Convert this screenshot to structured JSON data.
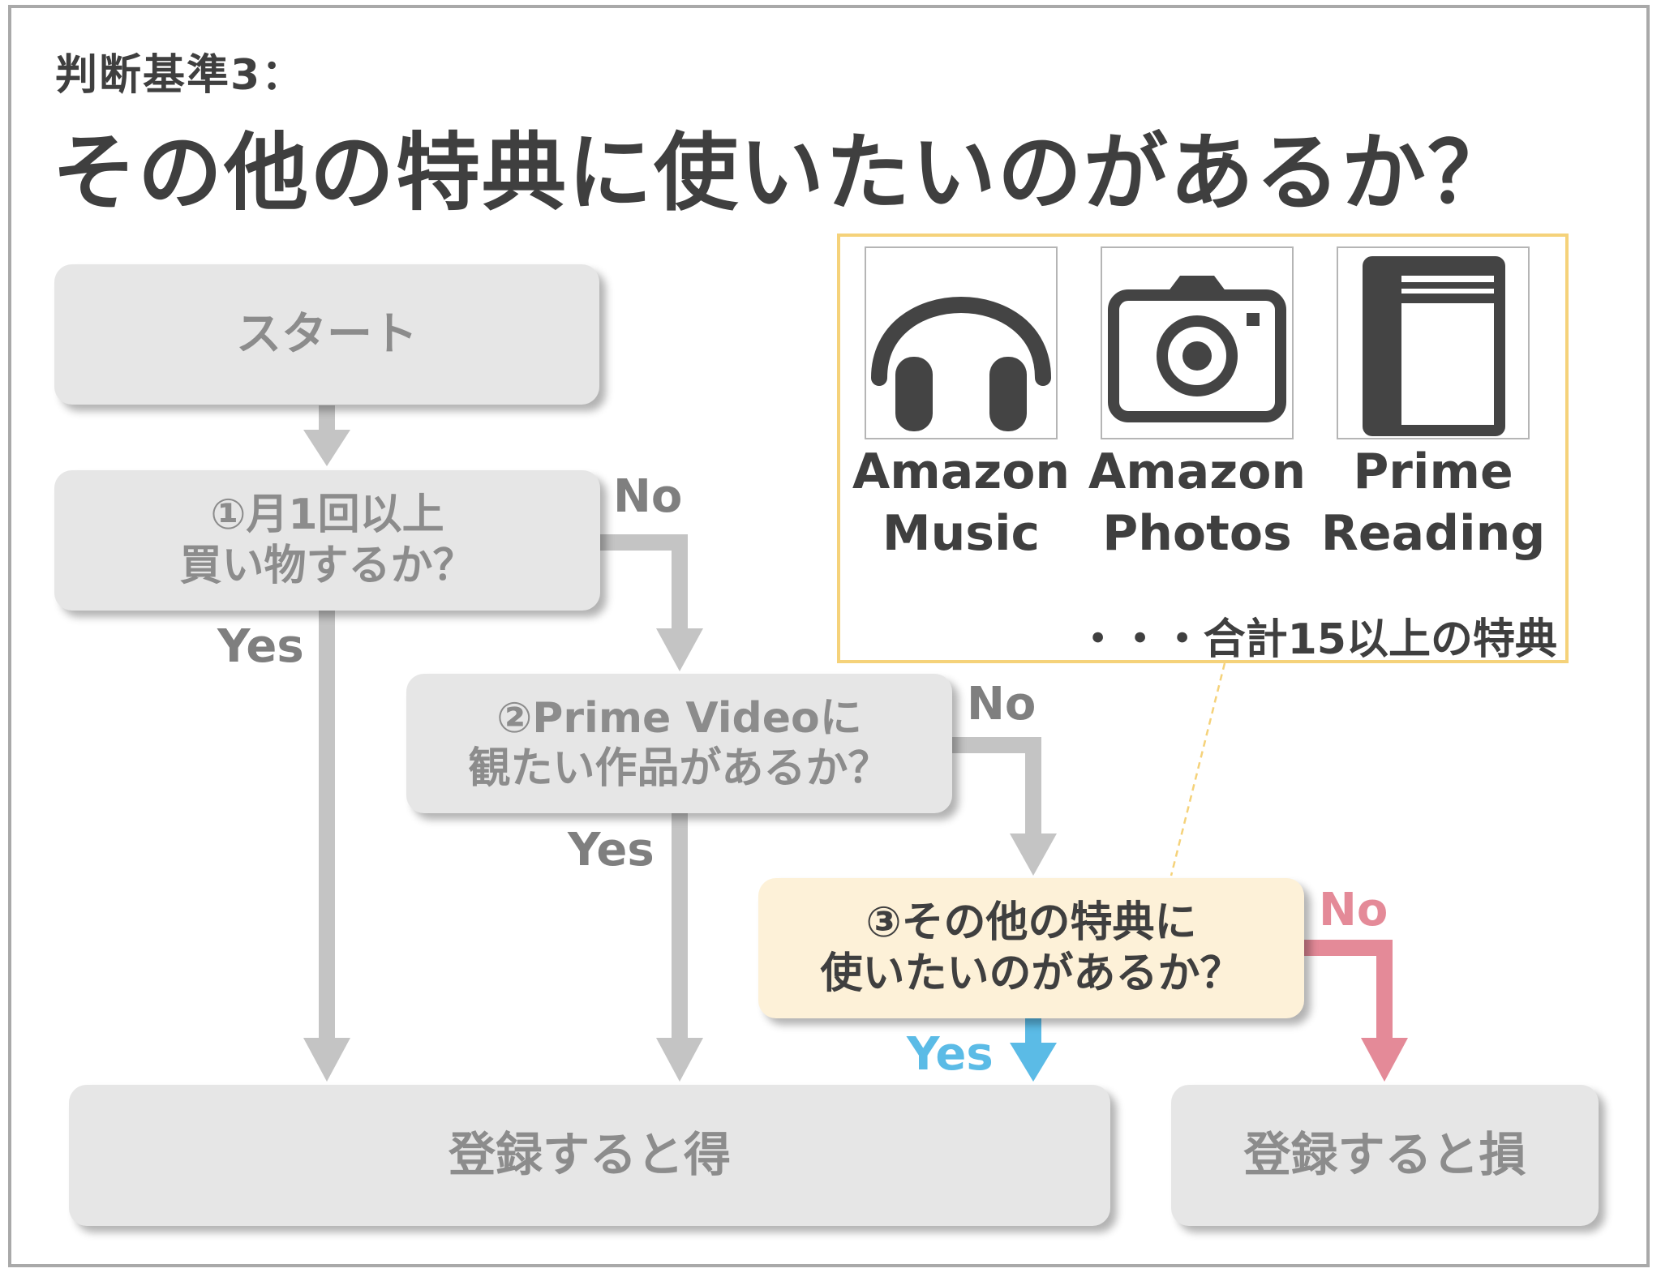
{
  "header": {
    "subtitle": "判断基準3：",
    "title": "その他の特典に使いたいのがあるか？"
  },
  "flow": {
    "start": "スタート",
    "q1": [
      "①月1回以上",
      "買い物するか？"
    ],
    "q2": [
      "②Prime Videoに",
      "観たい作品があるか？"
    ],
    "q3": [
      "③その他の特典に",
      "使いたいのがあるか？"
    ],
    "result_good": "登録すると得",
    "result_bad": "登録すると損",
    "labels": {
      "q1_no": "No",
      "q1_yes": "Yes",
      "q2_no": "No",
      "q2_yes": "Yes",
      "q3_no": "No",
      "q3_yes": "Yes"
    }
  },
  "perks": {
    "items": [
      {
        "icon": "headphones-icon",
        "line1": "Amazon",
        "line2": "Music"
      },
      {
        "icon": "camera-icon",
        "line1": "Amazon",
        "line2": "Photos"
      },
      {
        "icon": "book-icon",
        "line1": "Prime",
        "line2": "Reading"
      }
    ],
    "note": "・・・合計15以上の特典"
  },
  "colors": {
    "box_fill": "#e6e6e6",
    "highlight_fill": "#fdf1d8",
    "panel_border": "#f5d27a",
    "arrow_gray": "#c4c4c4",
    "arrow_pink": "#e48a98",
    "arrow_blue": "#5bbbe6",
    "text_dark": "#3f3f3f",
    "text_gray": "#8c8c8c"
  }
}
